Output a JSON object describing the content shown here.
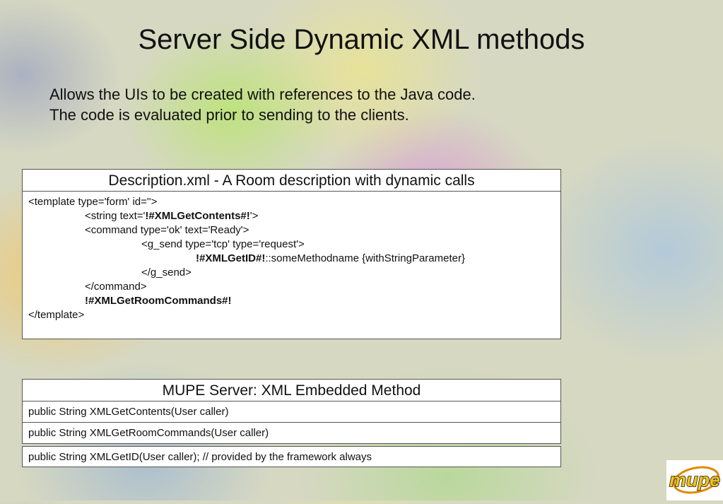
{
  "slide": {
    "title": "Server Side Dynamic XML methods",
    "intro": [
      "Allows the UIs to be created with references to the Java code.",
      "The code is evaluated prior to sending to the clients."
    ]
  },
  "code_panel": {
    "header": "Description.xml - A Room description with dynamic calls",
    "lines": {
      "l1": "<template type='form' id=''>",
      "l2_pre": "<string text='",
      "l2_bold": "!#XMLGetContents#!",
      "l2_post": "'>",
      "l3": "<command type='ok' text='Ready'>",
      "l4": "<g_send type='tcp'  type='request'>",
      "l5_bold": "!#XMLGetID#!",
      "l5_post": "::someMethodname {withStringParameter}",
      "l6": "</g_send>",
      "l7": "</command>",
      "l8_bold": "!#XMLGetRoomCommands#!",
      "l9": "</template>"
    }
  },
  "method_panel": {
    "header": "MUPE Server: XML Embedded Method",
    "rows": [
      "public String XMLGetContents(User caller)",
      "public String XMLGetRoomCommands(User caller)",
      "public String XMLGetID(User caller); // provided by the framework always"
    ]
  },
  "logo": {
    "text": "mupe",
    "colors": {
      "fill": "#f2c21a",
      "outline": "#1a1a1a",
      "accent": "#e08a00"
    }
  }
}
